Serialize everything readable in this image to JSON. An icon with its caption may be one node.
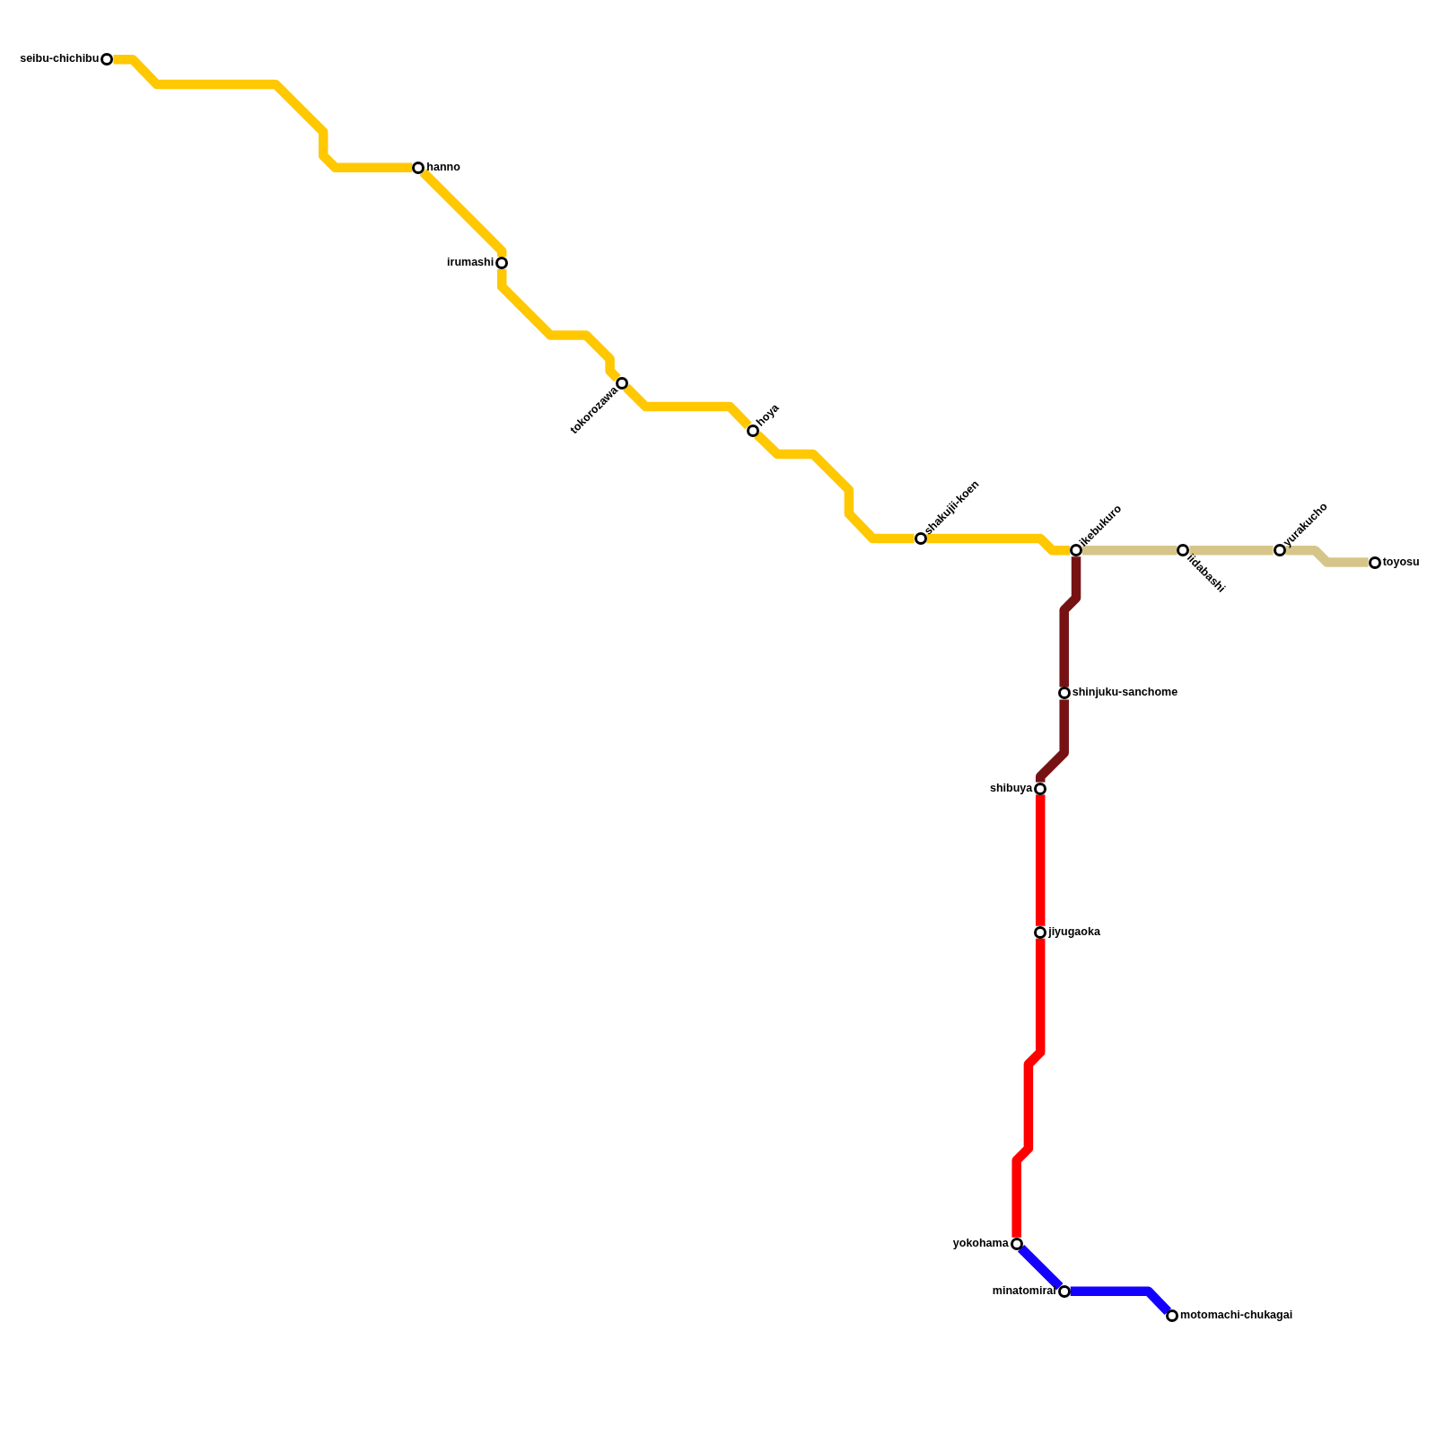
{
  "diagram": {
    "nodes": [
      {
        "text": [],
        "shape": "circle",
        "beside": [
          "seibu-chichibu"
        ]
      },
      {
        "text": [],
        "shape": "circle",
        "beside": [
          "hanno"
        ]
      },
      {
        "text": [],
        "shape": "circle",
        "beside": [
          "irumashi"
        ]
      },
      {
        "text": [],
        "shape": "circle",
        "beside": [
          "tokorozawa"
        ]
      },
      {
        "text": [],
        "shape": "circle",
        "beside": [
          "hoya"
        ]
      },
      {
        "text": [],
        "shape": "circle",
        "beside": [
          "shakujii-koen"
        ]
      },
      {
        "text": [],
        "shape": "circle",
        "beside": [
          "ikebukuro"
        ]
      },
      {
        "text": [],
        "shape": "circle",
        "beside": [
          "iidabashi"
        ]
      },
      {
        "text": [],
        "shape": "circle",
        "beside": [
          "yurakucho"
        ]
      },
      {
        "text": [],
        "shape": "circle",
        "beside": [
          "toyosu"
        ]
      },
      {
        "text": [],
        "shape": "circle",
        "beside": [
          "shinjuku-sanchome"
        ]
      },
      {
        "text": [],
        "shape": "circle",
        "beside": [
          "shibuya"
        ]
      },
      {
        "text": [],
        "shape": "circle",
        "beside": [
          "jiyugaoka"
        ]
      },
      {
        "text": [],
        "shape": "circle",
        "beside": [
          "yokohama"
        ]
      },
      {
        "text": [],
        "shape": "circle",
        "beside": [
          "minatomirai"
        ]
      },
      {
        "text": [],
        "shape": "circle",
        "beside": [
          "motomachi-chukagai"
        ]
      }
    ],
    "edges": [
      {
        "from": 0,
        "to": 1,
        "arrow": "none"
      },
      {
        "from": 1,
        "to": 2,
        "arrow": "none"
      },
      {
        "from": 2,
        "to": 3,
        "arrow": "none"
      },
      {
        "from": 3,
        "to": 4,
        "arrow": "none"
      },
      {
        "from": 4,
        "to": 5,
        "arrow": "none"
      },
      {
        "from": 5,
        "to": 6,
        "arrow": "none"
      },
      {
        "from": 6,
        "to": 7,
        "arrow": "none",
        "color": "#d6c588"
      },
      {
        "from": 7,
        "to": 8,
        "arrow": "none",
        "color": "#d6c588"
      },
      {
        "from": 8,
        "to": 9,
        "arrow": "none",
        "color": "#d6c588"
      },
      {
        "from": 6,
        "to": 10,
        "arrow": "none",
        "color": "#771214"
      },
      {
        "from": 10,
        "to": 11,
        "arrow": "none",
        "color": "#771214"
      },
      {
        "from": 11,
        "to": 12,
        "arrow": "none",
        "color": "#ff0000"
      },
      {
        "from": 12,
        "to": 13,
        "arrow": "none",
        "color": "#ff0000"
      },
      {
        "from": 13,
        "to": 14,
        "arrow": "none",
        "color": "#1400ff"
      },
      {
        "from": 14,
        "to": 15,
        "arrow": "none",
        "color": "#1400ff"
      }
    ]
  }
}
